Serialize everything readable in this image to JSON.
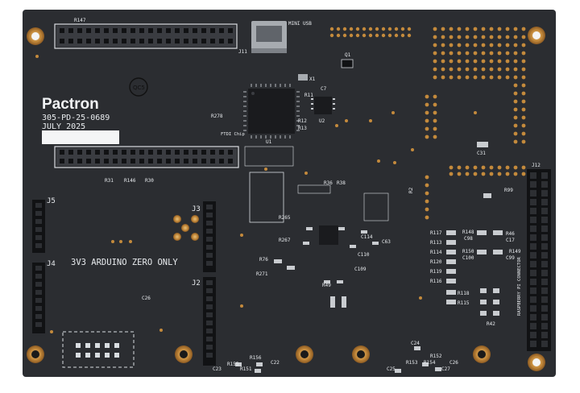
{
  "board": {
    "colors": {
      "substrate": "#2b2d31",
      "silkscreen": "#e9ecef",
      "gold": "#c48a3c",
      "header": "#111214",
      "chip": "#1a1b1e"
    },
    "logo": "Pactron",
    "part_number": "305-PD-25-0689",
    "date": "JULY 2025",
    "marking_qc": "QC5",
    "label_mini_usb": "MINI USB",
    "label_ftdi": "FTDI Chip",
    "label_arduino": "3V3 ARDUINO ZERO ONLY",
    "label_rpi": "RASPBERRY PI CONNECTOR",
    "connectors": {
      "j2": "J2",
      "j3": "J3",
      "j4": "J4",
      "j5": "J5",
      "j11": "J11",
      "j12": "J12"
    },
    "chips": {
      "u1": "U1",
      "u2": "U2",
      "x1": "X1",
      "q1": "Q1"
    },
    "refs": {
      "r147": "R147",
      "r278": "R278",
      "r31": "R31",
      "r146": "R146",
      "r30": "R30",
      "r11": "R11",
      "r12": "R12",
      "r13": "R13",
      "c7": "C7",
      "r117": "R117",
      "r113": "R113",
      "r114": "R114",
      "r120": "R120",
      "r119": "R119",
      "r116": "R116",
      "r118": "R118",
      "r115": "R115",
      "r148": "R148",
      "r150": "R150",
      "r149": "R149",
      "r46": "R46",
      "c98": "C98",
      "c100": "C100",
      "c17": "C17",
      "c99": "C99",
      "r99": "R99",
      "r42": "R42",
      "c31": "C31",
      "c22": "C22",
      "c23": "C23",
      "c24": "C24",
      "c25": "C25",
      "c26": "C26",
      "c27": "C27",
      "r151": "R151",
      "r152": "R152",
      "r153": "R153",
      "r154": "R154",
      "r155": "R155",
      "r156": "R156",
      "r36": "R36",
      "r38": "R38",
      "r265": "R265",
      "r267": "R267",
      "r271": "R271",
      "r76": "R76",
      "r49": "R49",
      "c63": "C63",
      "c109": "C109",
      "c110": "C110",
      "c114": "C114",
      "c26b": "C26",
      "r2": "R2"
    }
  }
}
